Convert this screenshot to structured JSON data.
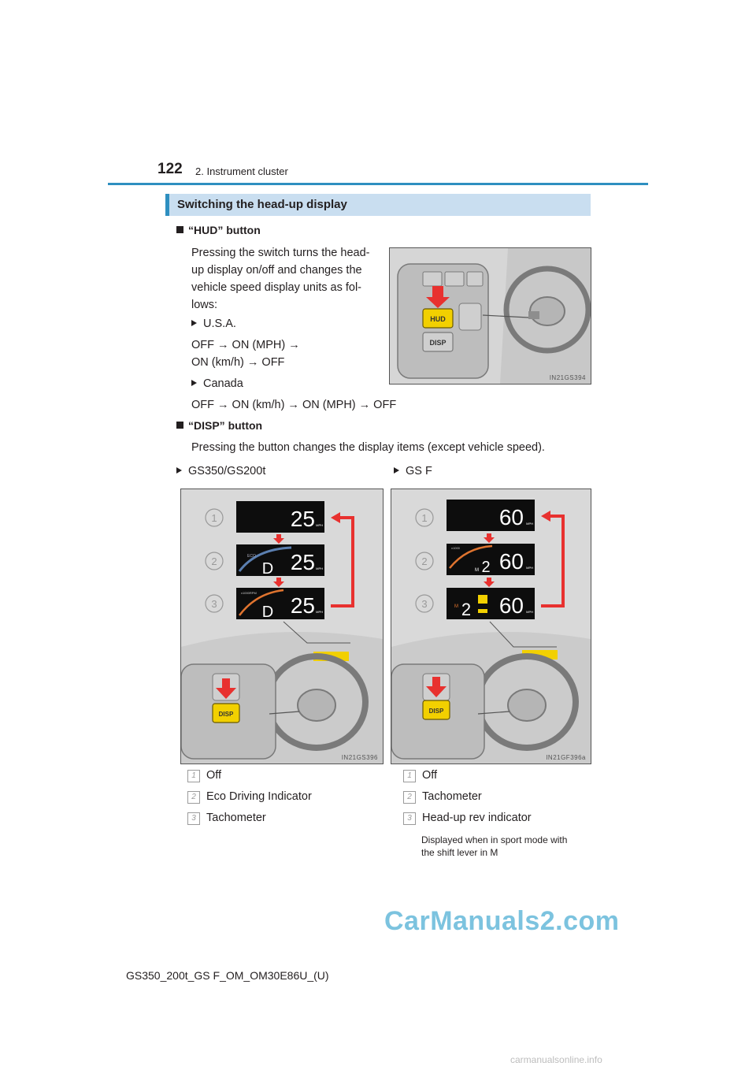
{
  "header": {
    "page_number": "122",
    "chapter": "2. Instrument cluster"
  },
  "section": {
    "title": "Switching the head-up display"
  },
  "hud_button": {
    "heading": "“HUD” button",
    "description_lines": [
      "Pressing the switch turns the head-",
      "up display on/off and changes the",
      "vehicle speed display units as fol-",
      "lows:"
    ],
    "usa_label": "U.S.A.",
    "usa_seq_line1": "OFF → ON (MPH) →",
    "usa_seq_line2": "ON (km/h) → OFF",
    "canada_label": "Canada",
    "canada_seq": "OFF → ON (km/h) → ON (MPH) → OFF",
    "figure_code": "IN21GS394",
    "button_hud": "HUD",
    "button_disp": "DISP"
  },
  "disp_button": {
    "heading": "“DISP” button",
    "description": "Pressing the button changes the display items (except vehicle speed)."
  },
  "left_figure": {
    "title": "GS350/GS200t",
    "figure_code": "IN21GS396",
    "speed": "25",
    "unit": "MPH",
    "gear": "D",
    "eco_label": "ECO",
    "tach_label": "x1000RPM",
    "disp_button": "DISP",
    "legend": [
      {
        "num": "1",
        "text": "Off"
      },
      {
        "num": "2",
        "text": "Eco Driving Indicator"
      },
      {
        "num": "3",
        "text": "Tachometer"
      }
    ]
  },
  "right_figure": {
    "title": "GS F",
    "figure_code": "IN21GF396a",
    "speed": "60",
    "unit": "MPH",
    "gear": "2",
    "mode_letter": "M",
    "tach_label": "x1000",
    "disp_button": "DISP",
    "legend": [
      {
        "num": "1",
        "text": "Off"
      },
      {
        "num": "2",
        "text": "Tachometer"
      },
      {
        "num": "3",
        "text": "Head-up rev indicator"
      }
    ],
    "note_line1": "Displayed when in sport mode with",
    "note_line2": "the shift lever in M"
  },
  "footer": {
    "doc_code": "GS350_200t_GS F_OM_OM30E86U_(U)"
  },
  "watermarks": {
    "main": "CarManuals2.com",
    "bottom": "carmanualsonline.info"
  },
  "colors": {
    "accent": "#2e8fc0",
    "section_bg": "#c9def0",
    "arrow_red": "#e8312f",
    "button_yellow": "#f2d000"
  }
}
